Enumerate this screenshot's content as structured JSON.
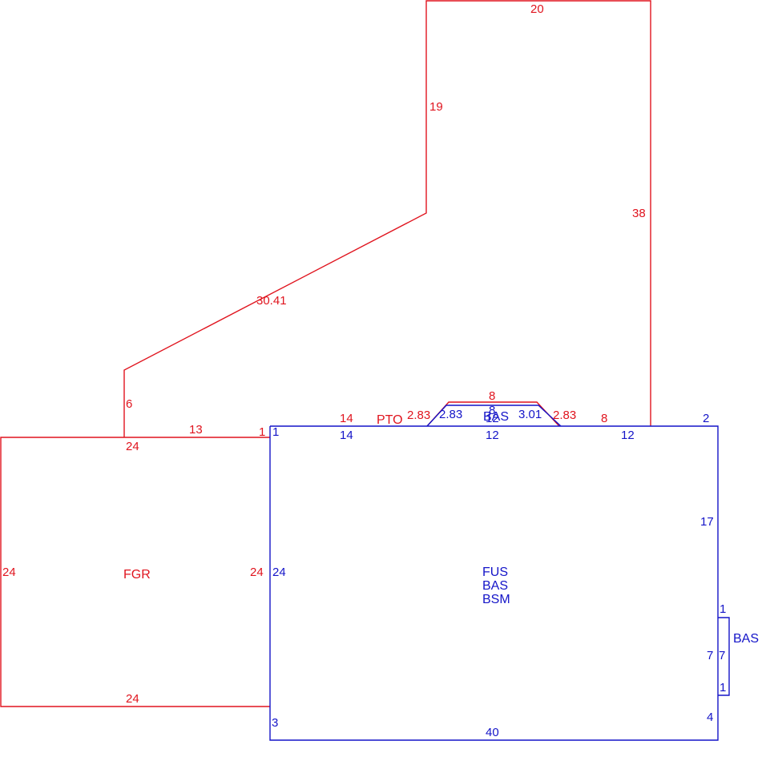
{
  "colors": {
    "red": "#e0141e",
    "blue": "#1414c8"
  },
  "patio": {
    "area_label": "PTO",
    "dims": {
      "top": "20",
      "upper_left": "19",
      "right": "38",
      "diagonal": "30.41",
      "left_stub": "6",
      "bottom_left": "13",
      "bottom_step": "1",
      "bottom_mid": "14",
      "bay_left": "2.83",
      "bay_top": "8",
      "bay_right": "2.83",
      "bottom_right": "8"
    }
  },
  "garage": {
    "area_label": "FGR",
    "dims": {
      "top": "24",
      "left": "24",
      "right": "24",
      "bottom": "24"
    }
  },
  "main_house": {
    "area_labels": [
      "FUS",
      "BAS",
      "BSM"
    ],
    "dims": {
      "top_left_step": "1",
      "top_left": "14",
      "top_mid": "12",
      "top_right": "12",
      "corner_top_right": "2",
      "right_upper": "17",
      "left": "24",
      "left_bottom_step": "3",
      "bottom": "40",
      "right_bottom_step": "4"
    }
  },
  "bay_window": {
    "area_label": "BAS",
    "dims": {
      "left": "2.83",
      "top": "8",
      "top_inner": "12",
      "right": "3.01"
    }
  },
  "side_bump": {
    "area_label": "BAS",
    "dims": {
      "top": "1",
      "height_left": "7",
      "height_right": "7",
      "bottom": "1"
    }
  }
}
